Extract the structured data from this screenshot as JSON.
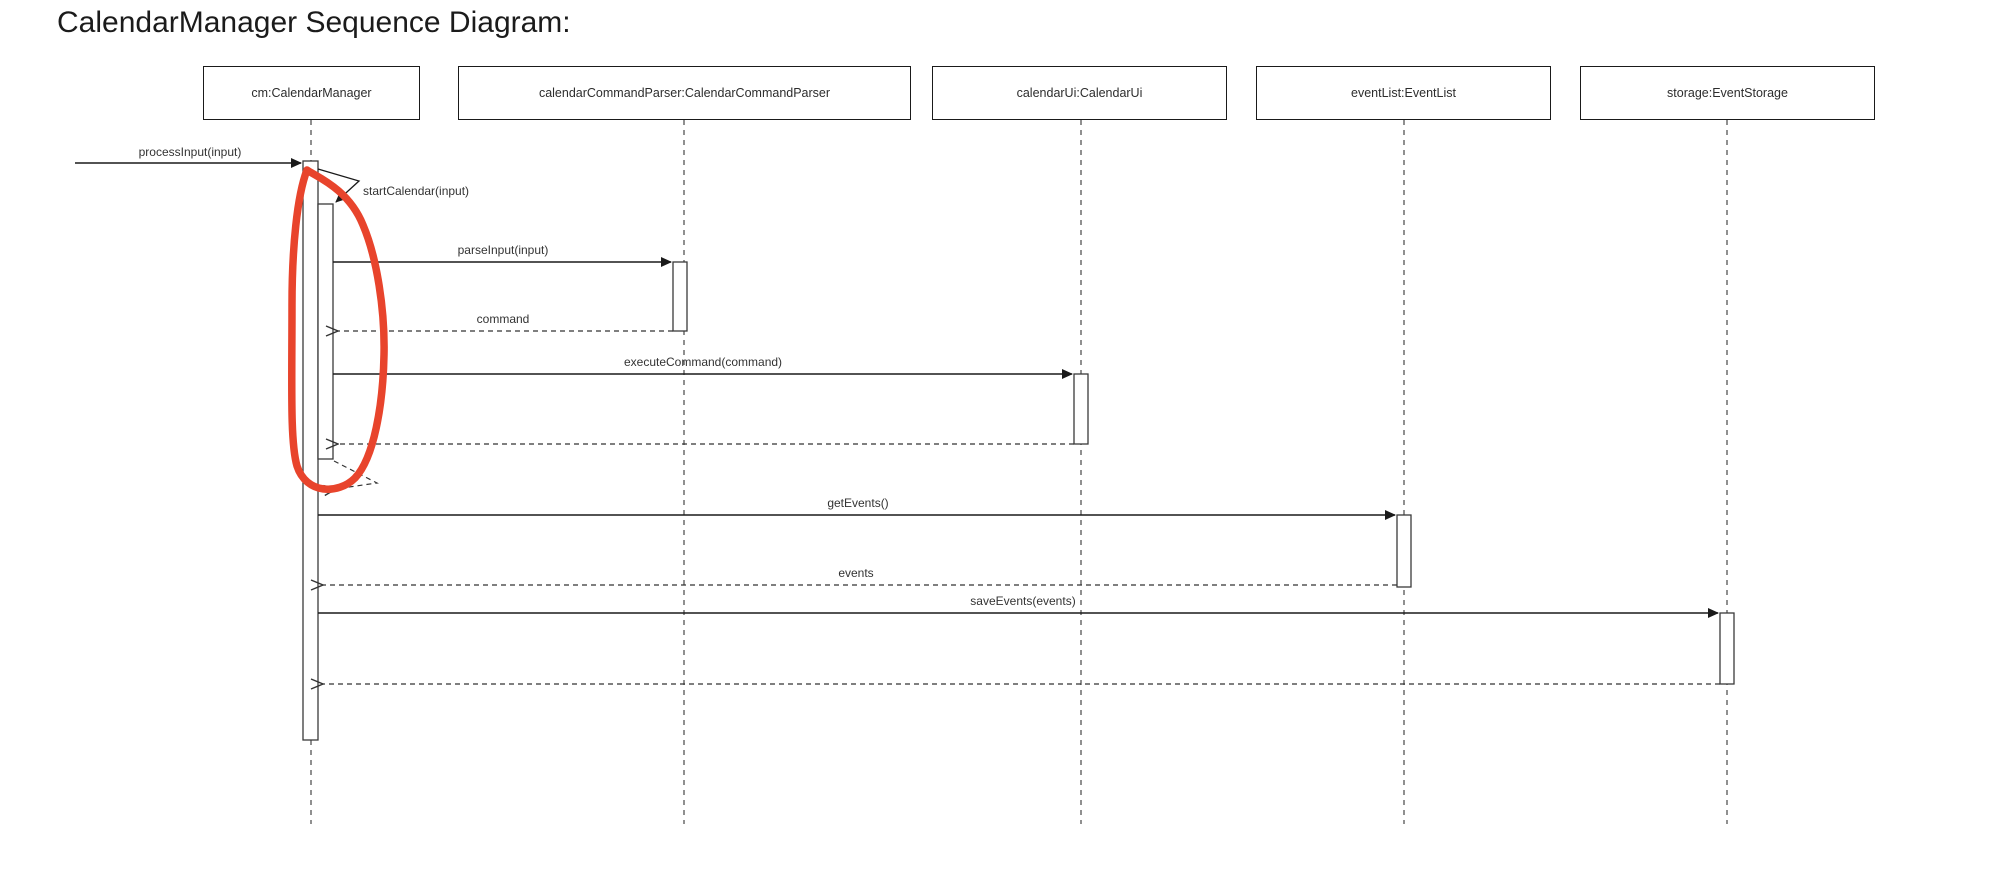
{
  "title": "CalendarManager Sequence Diagram:",
  "diagram_type": "uml-sequence",
  "participants": [
    {
      "id": "cm",
      "label": "cm:CalendarManager"
    },
    {
      "id": "parser",
      "label": "calendarCommandParser:CalendarCommandParser"
    },
    {
      "id": "ui",
      "label": "calendarUi:CalendarUi"
    },
    {
      "id": "events",
      "label": "eventList:EventList"
    },
    {
      "id": "storage",
      "label": "storage:EventStorage"
    }
  ],
  "messages": [
    {
      "label": "processInput(input)",
      "type": "sync",
      "from": "external",
      "to": "cm"
    },
    {
      "label": "startCalendar(input)",
      "type": "self",
      "from": "cm",
      "to": "cm"
    },
    {
      "label": "parseInput(input)",
      "type": "sync",
      "from": "cm",
      "to": "parser"
    },
    {
      "label": "command",
      "type": "return",
      "from": "parser",
      "to": "cm"
    },
    {
      "label": "executeCommand(command)",
      "type": "sync",
      "from": "cm",
      "to": "ui"
    },
    {
      "label": "",
      "type": "return",
      "from": "ui",
      "to": "cm"
    },
    {
      "label": "",
      "type": "self-return",
      "from": "cm",
      "to": "cm"
    },
    {
      "label": "getEvents()",
      "type": "sync",
      "from": "cm",
      "to": "events"
    },
    {
      "label": "events",
      "type": "return",
      "from": "events",
      "to": "cm"
    },
    {
      "label": "saveEvents(events)",
      "type": "sync",
      "from": "cm",
      "to": "storage"
    },
    {
      "label": "",
      "type": "return",
      "from": "storage",
      "to": "cm"
    }
  ],
  "annotation": {
    "shape": "hand-drawn-ellipse",
    "color": "#e8442c"
  }
}
